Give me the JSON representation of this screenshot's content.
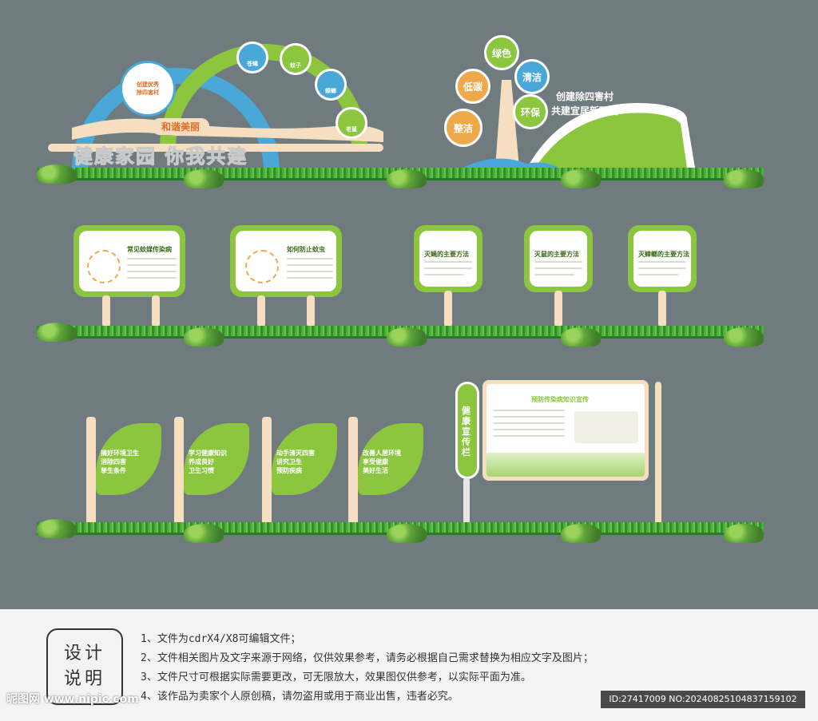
{
  "header": {
    "bubble_text": "创建优秀\n除四害村",
    "badge": "和谐美丽",
    "slogan": "健康家园 你我共建",
    "arch_labels": [
      "苍蝇",
      "蚊子",
      "蟑螂",
      "老鼠"
    ],
    "tree_labels": [
      "绿色",
      "低碳",
      "清洁",
      "环保",
      "整洁"
    ],
    "fan_slogan": "创建除四害村\n共建宜居新环境"
  },
  "boards": [
    {
      "title": "常见蚊媒传染病"
    },
    {
      "title": "如何防止蚊虫"
    },
    {
      "title": "灭蝇的主要方法"
    },
    {
      "title": "灭鼠的主要方法"
    },
    {
      "title": "灭蟑螂的主要方法"
    }
  ],
  "leaves": [
    {
      "text": "搞好环境卫生\n消除四害\n孳生条件"
    },
    {
      "text": "学习健康知识\n养成良好\n卫生习惯"
    },
    {
      "text": "动手清灭四害\n讲究卫生\n预防疾病"
    },
    {
      "text": "改善人居环境\n享受健康\n美好生活"
    }
  ],
  "board_big": {
    "side_label": "健康宣传栏",
    "title": "预防传染病知识宣传"
  },
  "notes": {
    "badge": "设计\n说明",
    "lines": [
      "1、文件为cdrX4/X8可编辑文件；",
      "2、文件相关图片及文字来源于网络，仅供效果参考，请务必根据自己需求替换为相应文字及图片；",
      "3、文件尺寸可根据实际需要更改，可无限放大，效果图仅供参考，以实际平面为准。",
      "4、该作品为卖家个人原创稿，请勿盗用或用于商业出售，违者必究。"
    ],
    "watermark": "昵图网 www.nipic.com",
    "id_text": "ID:27417009 NO:20240825104837159102"
  },
  "colors": {
    "green": "#8cc63f",
    "blue": "#4aa8d8",
    "orange": "#f0a94a",
    "bg": "#707b80"
  }
}
